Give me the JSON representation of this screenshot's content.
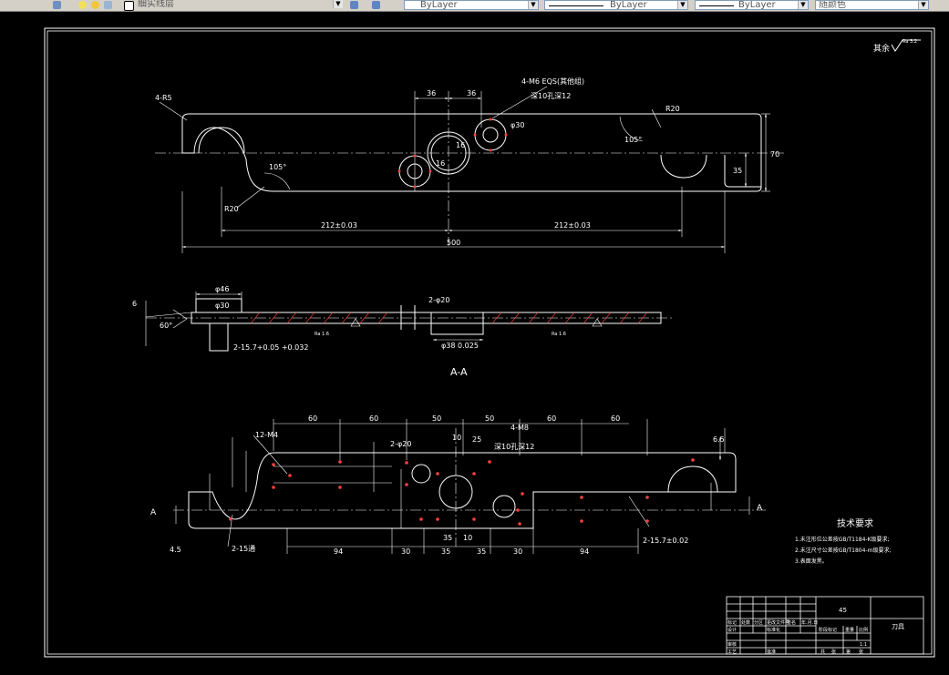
{
  "toolbar": {
    "layer_name": "细实线层",
    "linetype_1": "ByLayer",
    "linetype_2": "ByLayer",
    "lineweight": "ByLayer",
    "color": "随颜色"
  },
  "drawing": {
    "roughness_note": "其余",
    "roughness_value": "Ra 3.2",
    "top_view": {
      "thread_note": "4-M6 EQS(其他组)",
      "thread_note2": "深10孔深12",
      "radius_left": "4-R5",
      "radius_right": "R20",
      "radius_bottom": "R20",
      "angle_left": "105°",
      "angle_right": "105°",
      "dim_36a": "36",
      "dim_36b": "36",
      "dim_phi30": "φ30",
      "dim_16a": "16",
      "dim_16b": "16",
      "dim_70": "70",
      "dim_35": "35",
      "dim_212_left": "212±0.03",
      "dim_212_right": "212±0.03",
      "dim_500": "500"
    },
    "section_view": {
      "label": "A-A",
      "dim_phi46": "φ46",
      "dim_phi30": "φ30",
      "dim_2phi20": "2-φ20",
      "dim_phi38": "φ38 0.025",
      "angle_60": "60°",
      "dim_6": "6",
      "dim_2_15": "2-15.7+0.05 +0.032",
      "ra_left": "Ra 1.6",
      "ra_right": "Ra 1.6"
    },
    "bottom_view": {
      "dim_12m4": "12-M4",
      "dims_top": [
        "60",
        "60",
        "50",
        "50",
        "60",
        "60"
      ],
      "dim_2phi20": "2-φ20",
      "dim_10": "10",
      "dim_25": "25",
      "dim_4m8": "4-M8",
      "hole_note": "深10孔深12",
      "dim_6_5": "6.5",
      "dims_bottom": [
        "94",
        "30",
        "35",
        "35",
        "30",
        "94"
      ],
      "dim_35b": "35",
      "dim_10b": "10",
      "dim_2_15": "2-15通",
      "dim_2_15b": "2-15.7±0.02",
      "dim_4_5": "4.5",
      "section_mark_left": "A",
      "section_mark_right": "A"
    },
    "tech_requirements": {
      "title": "技术要求",
      "items": [
        "1.未注形位公差按GB/T1184-K级要求;",
        "2.未注尺寸公差按GB/T1804-m级要求;",
        "3.表面发黑。"
      ]
    },
    "title_block": {
      "part_name": "刀具",
      "material": "45",
      "scale": "1:1",
      "labels": [
        "标记",
        "处数",
        "分区",
        "更改文件号",
        "签名",
        "年.月.日",
        "设计",
        "标准化",
        "阶段标记",
        "重量",
        "比例",
        "审核",
        "工艺",
        "批准",
        "共",
        "张",
        "第",
        "张"
      ]
    }
  }
}
